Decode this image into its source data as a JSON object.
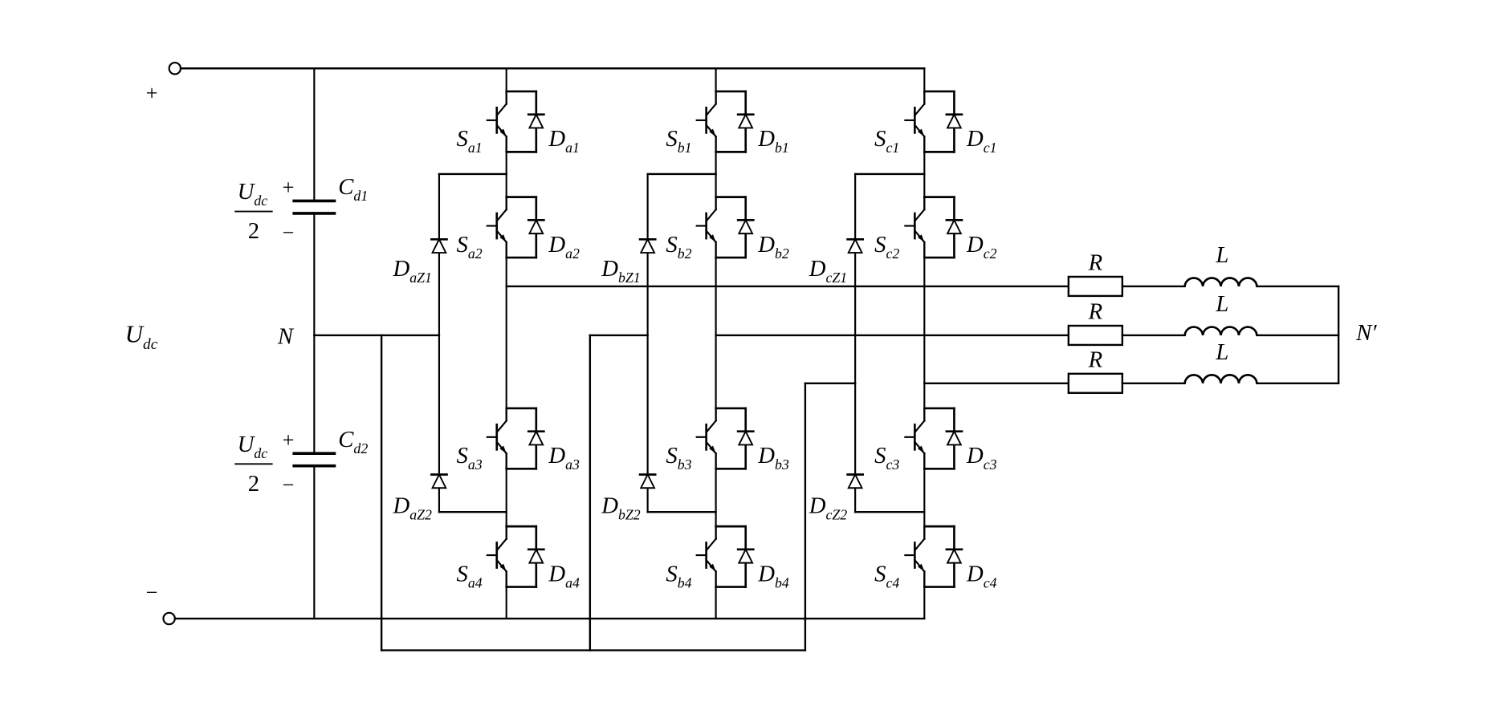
{
  "diagram": {
    "colors": {
      "wire": "#000000",
      "background": "#ffffff"
    },
    "source": {
      "plus": "+",
      "minus": "−",
      "udc": {
        "main": "U",
        "sub": "dc"
      },
      "n": "N"
    },
    "capacitors": [
      {
        "name": {
          "main": "C",
          "sub": "d1"
        },
        "voltage": {
          "main": "U",
          "sub": "dc",
          "den": "2"
        },
        "plus": "+",
        "minus": "−"
      },
      {
        "name": {
          "main": "C",
          "sub": "d2"
        },
        "voltage": {
          "main": "U",
          "sub": "dc",
          "den": "2"
        },
        "plus": "+",
        "minus": "−"
      }
    ],
    "phases": [
      {
        "switches": [
          {
            "main": "S",
            "sub": "a1"
          },
          {
            "main": "S",
            "sub": "a2"
          },
          {
            "main": "S",
            "sub": "a3"
          },
          {
            "main": "S",
            "sub": "a4"
          }
        ],
        "diodes": [
          {
            "main": "D",
            "sub": "a1"
          },
          {
            "main": "D",
            "sub": "a2"
          },
          {
            "main": "D",
            "sub": "a3"
          },
          {
            "main": "D",
            "sub": "a4"
          }
        ],
        "clamp": [
          {
            "main": "D",
            "sub": "aZ1"
          },
          {
            "main": "D",
            "sub": "aZ2"
          }
        ]
      },
      {
        "switches": [
          {
            "main": "S",
            "sub": "b1"
          },
          {
            "main": "S",
            "sub": "b2"
          },
          {
            "main": "S",
            "sub": "b3"
          },
          {
            "main": "S",
            "sub": "b4"
          }
        ],
        "diodes": [
          {
            "main": "D",
            "sub": "b1"
          },
          {
            "main": "D",
            "sub": "b2"
          },
          {
            "main": "D",
            "sub": "b3"
          },
          {
            "main": "D",
            "sub": "b4"
          }
        ],
        "clamp": [
          {
            "main": "D",
            "sub": "bZ1"
          },
          {
            "main": "D",
            "sub": "bZ2"
          }
        ]
      },
      {
        "switches": [
          {
            "main": "S",
            "sub": "c1"
          },
          {
            "main": "S",
            "sub": "c2"
          },
          {
            "main": "S",
            "sub": "c3"
          },
          {
            "main": "S",
            "sub": "c4"
          }
        ],
        "diodes": [
          {
            "main": "D",
            "sub": "c1"
          },
          {
            "main": "D",
            "sub": "c2"
          },
          {
            "main": "D",
            "sub": "c3"
          },
          {
            "main": "D",
            "sub": "c4"
          }
        ],
        "clamp": [
          {
            "main": "D",
            "sub": "cZ1"
          },
          {
            "main": "D",
            "sub": "cZ2"
          }
        ]
      }
    ],
    "load": {
      "resistors": [
        "R",
        "R",
        "R"
      ],
      "inductors": [
        "L",
        "L",
        "L"
      ],
      "neutral": "N′"
    }
  }
}
